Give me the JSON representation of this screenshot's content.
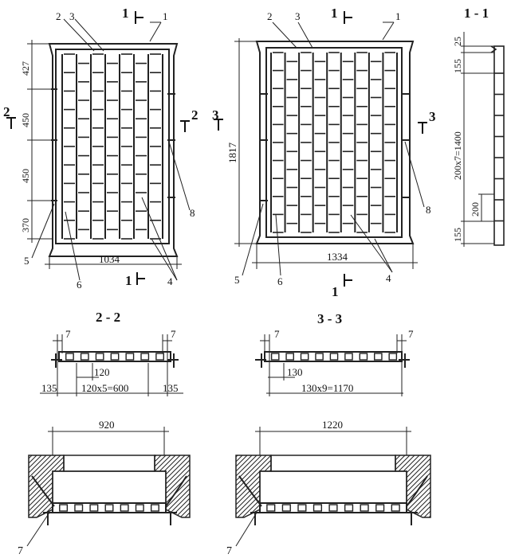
{
  "views": {
    "left": {
      "width_dim": "1034",
      "heights": [
        "427",
        "450",
        "450",
        "370"
      ],
      "callouts": [
        "1",
        "2",
        "3",
        "4",
        "5",
        "6",
        "8"
      ],
      "section_top": "1",
      "section_bottom": "1",
      "section_side_left": "2",
      "section_side_right": "2"
    },
    "middle": {
      "width_dim": "1334",
      "height_dim": "1817",
      "callouts": [
        "1",
        "2",
        "3",
        "4",
        "5",
        "6",
        "8"
      ],
      "section_top": "1",
      "section_bottom": "1",
      "section_side_left": "3",
      "section_side_right": "3"
    },
    "section_1_1": {
      "title": "1 - 1",
      "dims": [
        "25",
        "155",
        "200x7=1400",
        "200",
        "155"
      ]
    },
    "section_2_2": {
      "title": "2 - 2",
      "dims": [
        "7",
        "7",
        "120",
        "135",
        "120x5=600",
        "135"
      ]
    },
    "section_3_3": {
      "title": "3 - 3",
      "dims": [
        "7",
        "7",
        "130",
        "130x9=1170"
      ]
    },
    "wall_left": {
      "width_dim": "920",
      "callout": "7"
    },
    "wall_right": {
      "width_dim": "1220",
      "callout": "7"
    }
  }
}
